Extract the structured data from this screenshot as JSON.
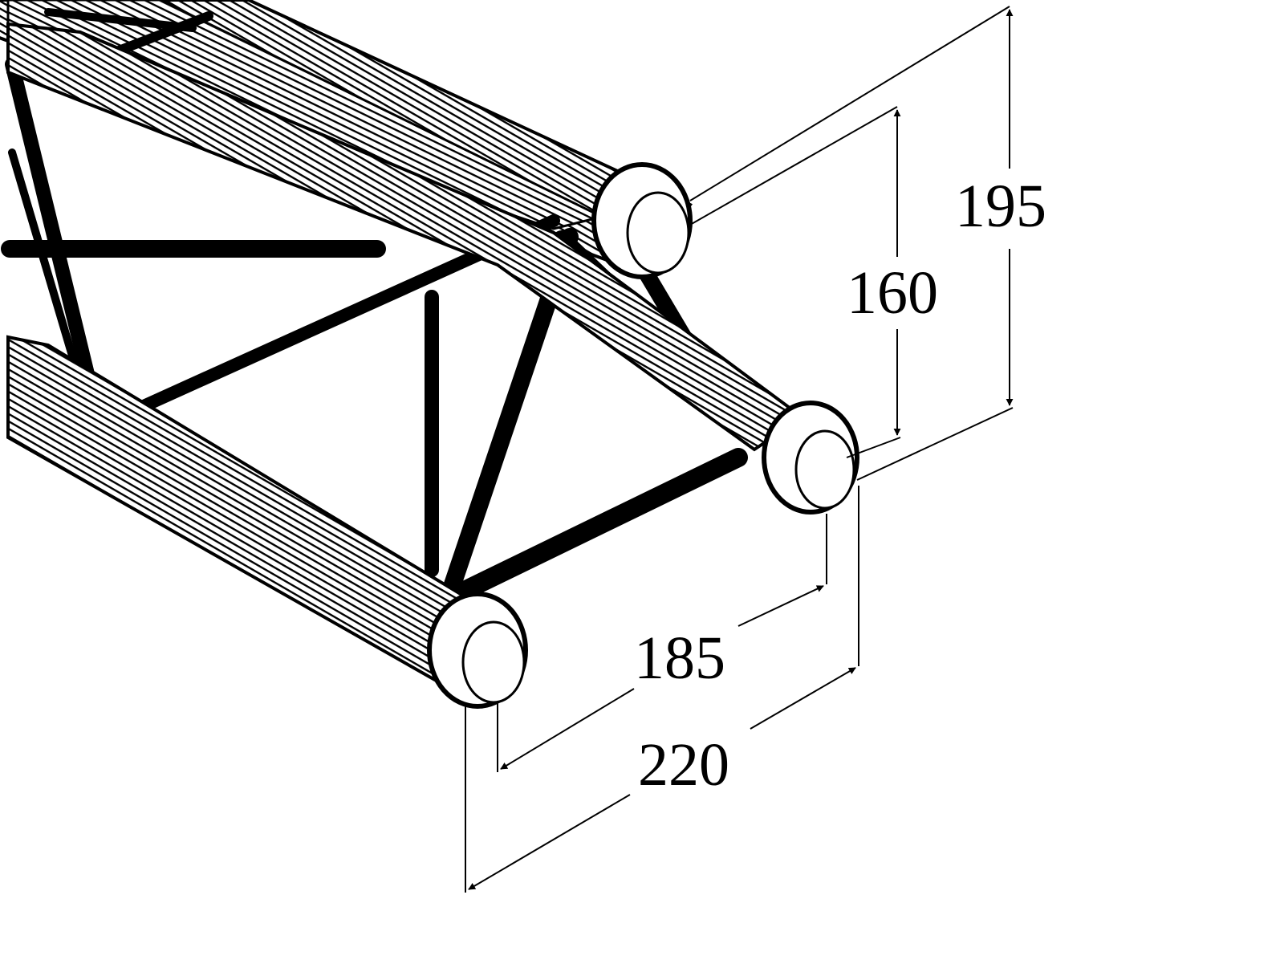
{
  "diagram": {
    "type": "technical-drawing",
    "subject": "truss-segment-isometric",
    "line_color": "#000000",
    "background_color": "#ffffff",
    "dimensions": [
      {
        "id": "height_outer",
        "value": "195"
      },
      {
        "id": "height_inner",
        "value": "160"
      },
      {
        "id": "width_inner",
        "value": "185"
      },
      {
        "id": "width_outer",
        "value": "220"
      }
    ]
  }
}
